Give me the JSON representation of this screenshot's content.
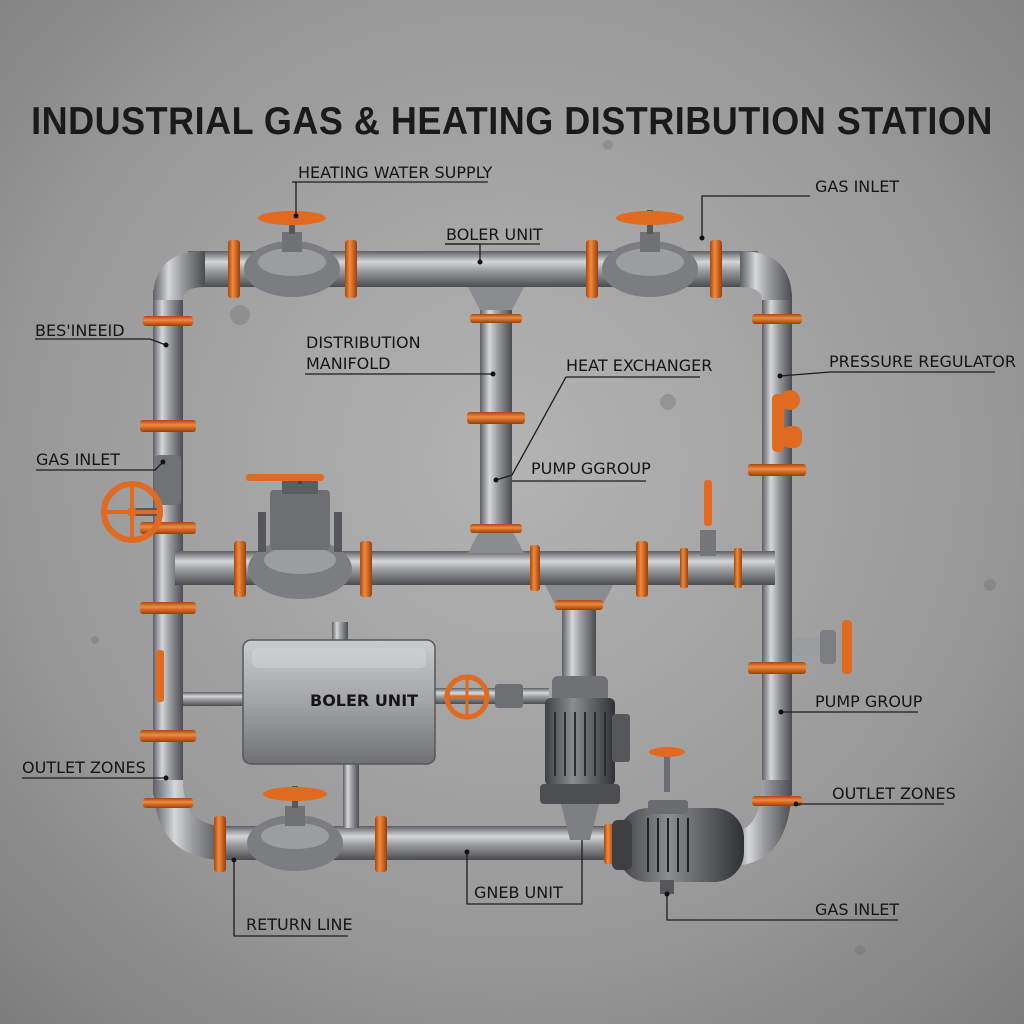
{
  "title": "INDUSTRIAL GAS & HEATING DISTRIBUTION STATION",
  "labels": {
    "heating_water_supply": "HEATING WATER SUPPLY",
    "gas_inlet_top": "GAS INLET",
    "boler_unit_top": "BOLER UNIT",
    "res_ineeid": "BES'INEEID",
    "distribution_manifold_1": "DISTRIBUTION",
    "distribution_manifold_2": "MANIFOLD",
    "heat_exchanger": "HEAT EXCHANGER",
    "pressure_regulator": "PRESSURE REGULATOR",
    "gas_inlet_left": "GAS INLET",
    "pump_ggroup": "PUMP GGROUP",
    "boler_unit_tank": "BOLER UNIT",
    "pump_group": "PUMP GROUP",
    "outlet_zones_left": "OUTLET ZONES",
    "outlet_zones_right": "OUTLET ZONES",
    "gneb_unit": "GNEB UNIT",
    "return_line": "RETURN LINE",
    "gas_inlet_bottom": "GAS INLET"
  },
  "colors": {
    "wall": "#9a9a9a",
    "pipe": "#8d8f92",
    "flange": "#e06a1f",
    "text": "#151515"
  }
}
